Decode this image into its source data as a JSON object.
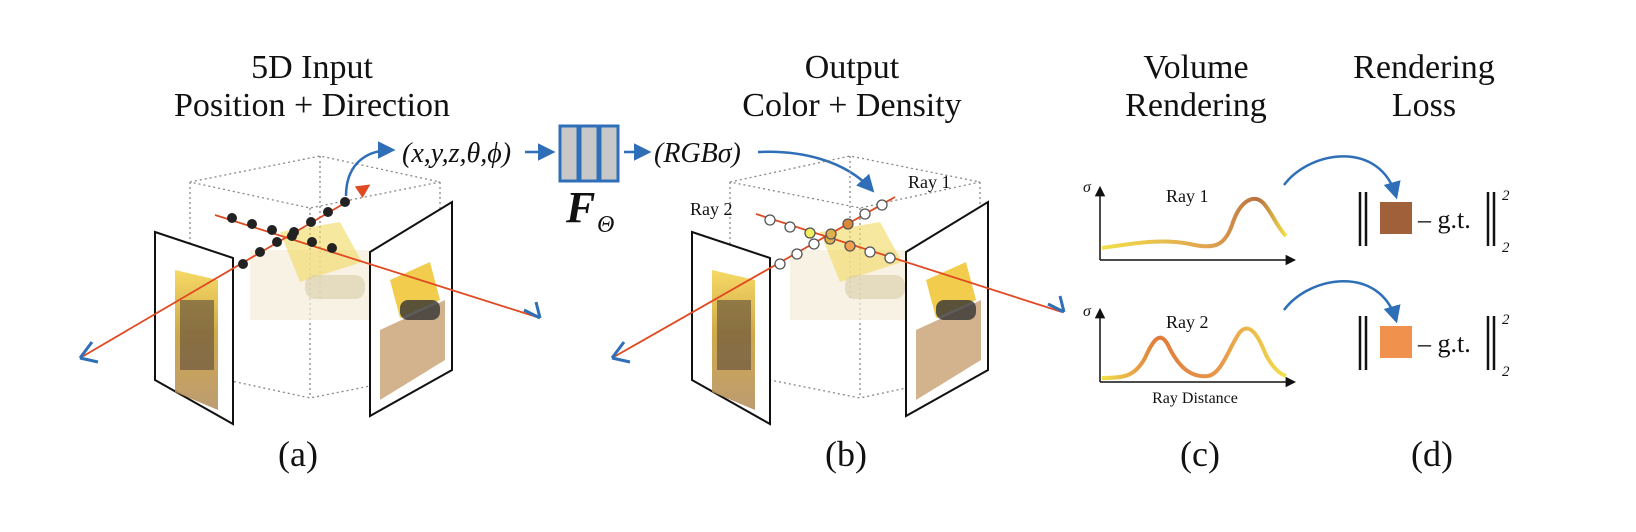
{
  "panels": {
    "a": {
      "title_line1": "5D Input",
      "title_line2": "Position + Direction",
      "input_tuple": "(x,y,z,θ,ϕ)",
      "label": "(a)"
    },
    "network": {
      "symbol": "F",
      "subscript": "Θ"
    },
    "b": {
      "title_line1": "Output",
      "title_line2": "Color + Density",
      "output_tuple": "(RGBσ)",
      "ray1_label": "Ray 1",
      "ray2_label": "Ray 2",
      "label": "(b)"
    },
    "c": {
      "title_line1": "Volume",
      "title_line2": "Rendering",
      "sigma_symbol": "σ",
      "plot1_label": "Ray 1",
      "plot2_label": "Ray 2",
      "xaxis_label": "Ray Distance",
      "label": "(c)"
    },
    "d": {
      "title_line1": "Rendering",
      "title_line2": "Loss",
      "gt_text": "– g.t.",
      "sup": "2",
      "sub": "2",
      "color_ray1": "#a0603a",
      "color_ray2": "#f0924e",
      "label": "(d)"
    }
  },
  "colors": {
    "ray": "#e04a22",
    "arrow_blue": "#2f6fb8",
    "network_fill": "#c8c8c8",
    "network_stroke": "#2f6fb8",
    "curve_start": "#f1e04a",
    "curve_mid": "#d98a4a",
    "curve_end": "#a0603a"
  }
}
